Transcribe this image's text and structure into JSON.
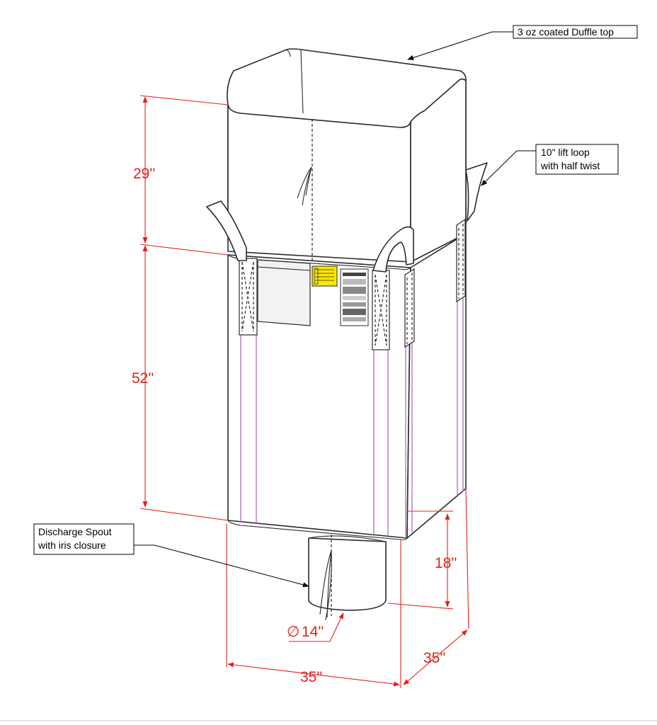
{
  "callouts": {
    "duffle_top": "3 oz coated Duffle top",
    "lift_loop_line1": "10\" lift loop",
    "lift_loop_line2": "with half twist",
    "spout_line1": "Discharge Spout",
    "spout_line2": "with iris closure"
  },
  "dimensions": {
    "top_height": "29''",
    "body_height": "52''",
    "spout_height": "18''",
    "spout_diameter": "14''",
    "diameter_symbol": "∅",
    "width": "35''",
    "depth": "35''"
  },
  "colors": {
    "dimension": "#e2231a",
    "outline": "#2a2a2a",
    "belt": "#b36ac0",
    "label_yellow": "#ffe600"
  }
}
